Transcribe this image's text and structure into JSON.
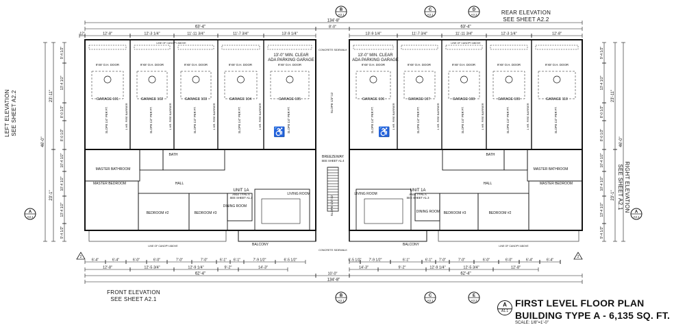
{
  "title": {
    "line1": "FIRST LEVEL FLOOR PLAN",
    "line2": "BUILDING TYPE A - 6,135 SQ. FT.",
    "scale": "SCALE: 1/8\"=1'-0\"",
    "bubble_top": "A",
    "bubble_bottom": "A1.1"
  },
  "elevation_notes": {
    "rear": [
      "REAR ELEVATION",
      "SEE SHEET A2.2"
    ],
    "front": [
      "FRONT ELEVATION",
      "SEE SHEET A2.1"
    ],
    "left": [
      "LEFT ELEVATION",
      "SEE SHEET A2.2"
    ],
    "right": [
      "RIGHT ELEVATION",
      "SEE SHEET A2.1"
    ]
  },
  "grid_markers": {
    "top": [
      {
        "letter": "B",
        "sheet": "A3.1"
      },
      {
        "letter": "C",
        "sheet": "A3.1"
      },
      {
        "letter": "D",
        "sheet": "A3.2"
      }
    ],
    "bottom": [
      {
        "letter": "B",
        "sheet": "A3.1"
      },
      {
        "letter": "C",
        "sheet": "A3.1"
      },
      {
        "letter": "E",
        "sheet": "A3.2"
      }
    ],
    "side": [
      {
        "letter": "A",
        "sheet": "A3.1"
      },
      {
        "letter": "A",
        "sheet": "A3.1"
      }
    ]
  },
  "dims": {
    "overall_top": "134'-8\"",
    "overall_bottom": "134'-8\"",
    "half_top_left": "63'-4\"",
    "half_top_right": "63'-4\"",
    "center_top": "8'-0\"",
    "center_bottom": "10'-0\"",
    "half_bottom_left": "62'-4\"",
    "half_bottom_right": "62'-4\"",
    "end_top": "12\"",
    "top_row": [
      "12'-8\"",
      "12'-3 1/4\"",
      "11'-11 3/4\"",
      "11'-7 3/4\"",
      "13'-9 1/4\"",
      "13'-9 1/4\"",
      "11'-7 3/4\"",
      "11'-11 3/4\"",
      "12'-3 1/4\"",
      "12'-8\""
    ],
    "bottom_row1": [
      "6'-4\"",
      "6'-4\"",
      "6'-0\"",
      "6'-0\"",
      "7'-0\"",
      "7'-0\"",
      "6'-1\"",
      "6'-1\"",
      "7'-9 1/2\"",
      "6'-5 1/2\"",
      "6'-5 1/2\"",
      "7'-9 1/2\"",
      "6'-1\"",
      "6'-1\"",
      "7'-0\"",
      "7'-0\"",
      "6'-0\"",
      "6'-0\"",
      "6'-4\"",
      "6'-4\""
    ],
    "bottom_row2": [
      "12'-8\"",
      "12'-5 3/4\"",
      "12'-9 1/4\"",
      "9'-2\"",
      "14'-3\"",
      "14'-3\"",
      "9'-2\"",
      "12'-9 1/4\"",
      "12'-5 3/4\"",
      "12'-8\""
    ],
    "left_total": "46'-0\"",
    "left_upper": "23'-11\"",
    "left_lower": "23'-1\"",
    "right_total": "46'-0\"",
    "right_upper": "23'-11\"",
    "right_lower": "23'-1\"",
    "left_stack": [
      "9'-4 1/2\"",
      "13'-4 1/2\"",
      "8'-0 1/2\"",
      "8'-0 1/2\"",
      "10'-4 1/2\"",
      "10'-4 1/2\"",
      "13'-4 1/2\"",
      "9'-4 1/2\""
    ],
    "right_stack": [
      "9'-4 1/2\"",
      "13'-4 1/2\"",
      "8'-0 1/2\"",
      "8'-0 1/2\"",
      "10'-4 1/2\"",
      "10'-4 1/2\"",
      "13'-4 1/2\"",
      "9'-4 1/2\""
    ]
  },
  "rooms": {
    "garages": [
      "GARAGE 101",
      "GARAGE 102",
      "GARAGE 103",
      "GARAGE 104",
      "GARAGE 105",
      "GARAGE 106",
      "GARAGE 107",
      "GARAGE 108",
      "GARAGE 109",
      "GARAGE 110"
    ],
    "door_tag": "9'X8' O.H. DOOR",
    "fire_barrier": "1 HR. FIRE BARRIER",
    "slope_note": "SLOPE 1/4\" PER FT.",
    "clear_note_left": [
      "13'-0\" MIN. CLEAR",
      "ADA PARKING GARAGE"
    ],
    "clear_note_right": [
      "13'-0\" MIN. CLEAR",
      "ADA PARKING GARAGE"
    ],
    "unit_left": [
      "UNIT 1A",
      "ANSI TYPE A",
      "SEE SHEET A1.3"
    ],
    "unit_right": [
      "UNIT 1A",
      "ANSI TYPE A",
      "SEE SHEET A1.3"
    ],
    "master_bath": "MASTER BATHROOM",
    "master_bedroom": "MASTER BEDROOM",
    "bedroom2": "BEDROOM #2",
    "bedroom3": "BEDROOM #3",
    "bath": "BATH",
    "hall": "HALL",
    "dining": "DINING ROOM",
    "living": "LIVING ROOM",
    "balcony": "BALCONY",
    "breezeway": [
      "BREEZEWAY",
      "SEE SHEET A1.4"
    ],
    "concrete": "CONCRETE SIDEWALK",
    "canopy": "LINE OF CANOPY ABOVE",
    "slope_walk": "SLOPE 1/4\":12"
  }
}
